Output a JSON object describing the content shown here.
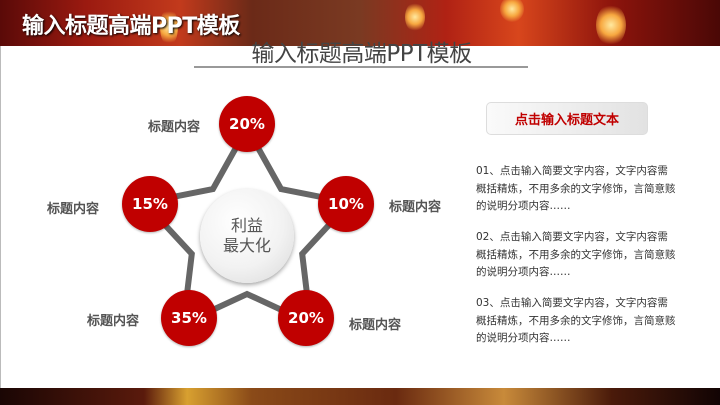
{
  "header": {
    "title": "输入标题高端PPT模板"
  },
  "slide": {
    "subtitle": "输入标题高端PPT模板"
  },
  "diagram": {
    "center": {
      "line1": "利益",
      "line2": "最大化"
    },
    "nodes": [
      {
        "value": "20%",
        "label": "标题内容"
      },
      {
        "value": "10%",
        "label": "标题内容"
      },
      {
        "value": "20%",
        "label": "标题内容"
      },
      {
        "value": "35%",
        "label": "标题内容"
      },
      {
        "value": "15%",
        "label": "标题内容"
      }
    ]
  },
  "side": {
    "button_label": "点击输入标题文本",
    "paragraphs": [
      "01、点击输入简要文字内容，文字内容需概括精炼，不用多余的文字修饰，言简意赅的说明分项内容……",
      "02、点击输入简要文字内容，文字内容需概括精炼，不用多余的文字修饰，言简意赅的说明分项内容……",
      "03、点击输入简要文字内容，文字内容需概括精炼，不用多余的文字修饰，言简意赅的说明分项内容……"
    ]
  },
  "colors": {
    "accent": "#c00000",
    "star_line": "#666666"
  }
}
